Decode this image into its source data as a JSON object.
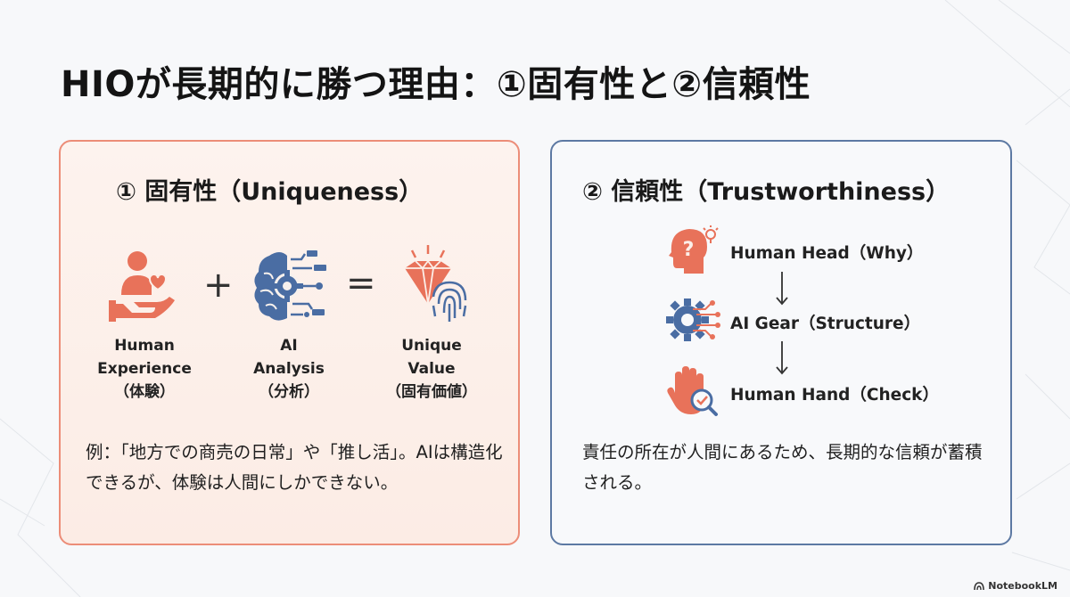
{
  "title": "HIOが長期的に勝つ理由：①固有性と②信頼性",
  "uniqueness": {
    "title": "① 固有性（Uniqueness）",
    "items": [
      {
        "icon": "hand-heart-icon",
        "line1": "Human",
        "line2": "Experience",
        "line3": "（体験）"
      },
      {
        "icon": "brain-gear-icon",
        "line1": "AI",
        "line2": "Analysis",
        "line3": "（分析）"
      },
      {
        "icon": "gem-fingerprint-icon",
        "line1": "Unique",
        "line2": "Value",
        "line3": "（固有価値）"
      }
    ],
    "plus": "+",
    "equals": "=",
    "description": "例：「地方での商売の日常」や「推し活」。AIは構造化できるが、体験は人間にしかできない。"
  },
  "trust": {
    "title": "② 信頼性（Trustworthiness）",
    "steps": [
      {
        "icon": "human-head-question-icon",
        "label": "Human Head（Why）"
      },
      {
        "icon": "ai-gear-icon",
        "label": "AI Gear（Structure）"
      },
      {
        "icon": "hand-check-icon",
        "label": "Human Hand（Check）"
      }
    ],
    "description": "責任の所在が人間にあるため、長期的な信頼が蓄積される。"
  },
  "colors": {
    "accent_orange": "#e8725a",
    "accent_blue": "#4a6da3",
    "left_border": "#ec8d78",
    "right_border": "#5d79a3"
  },
  "brand": "NotebookLM"
}
